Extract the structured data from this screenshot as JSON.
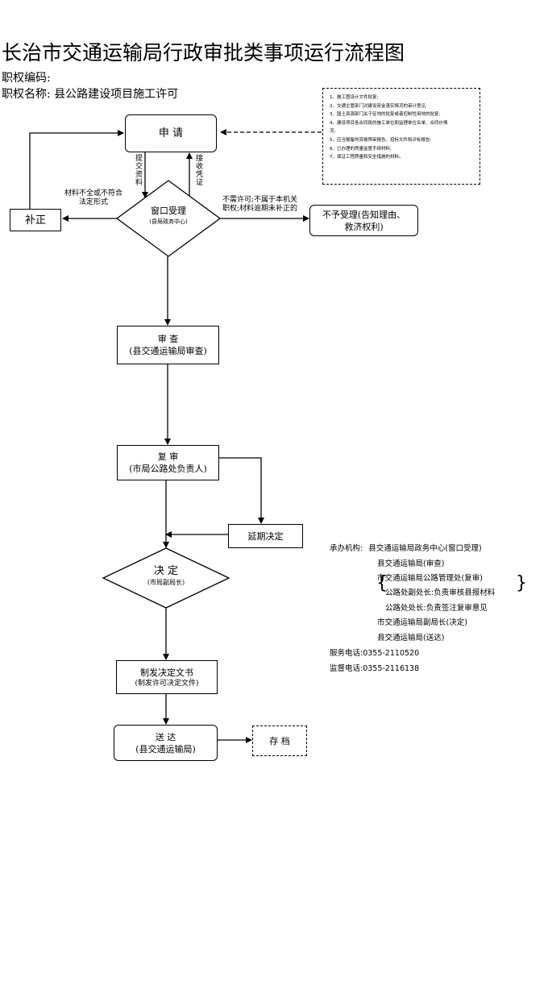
{
  "header": {
    "title": "长治市交通运输局行政审批类事项运行流程图",
    "code_label": "职权编码:",
    "name_label": "职权名称:",
    "name_value": "县公路建设项目施工许可"
  },
  "requirements": [
    "1、施工图设计文件批复;",
    "2、交通主管部门对建设资金落实情况的审计意见;",
    "3、国土资源部门关于征地的批复或者控制性用地的批复;",
    "4、建设项目各合同段的施工单位和监理单位名单、合同价情",
    "况;",
    "5、应当报备的资格预审报告、招标文件和评标报告;",
    "6、已办理的质量监督手续材料;",
    "7、保证工程质量和安全措施的材料。"
  ],
  "flow": {
    "apply": "申 请",
    "submit_label": "提交资料",
    "receipt_label": "接收凭证",
    "supplement": "补正",
    "incomplete_note_1": "材料不全或不符合",
    "incomplete_note_2": "法定形式",
    "window_title": "窗口受理",
    "window_sub": "(县局政务中心)",
    "reject_note_1": "不需许可;不属于本机关",
    "reject_note_2": "职权;材料逾期未补正的",
    "reject_line1": "不予受理(告知理由、",
    "reject_line2": "救济权利)",
    "review_title": "审    查",
    "review_sub": "(县交通运输局审查)",
    "recheck_title": "复    审",
    "recheck_sub": "(市局公路处负责人)",
    "delay": "延期决定",
    "decide_title": "决    定",
    "decide_sub": "(市局副局长)",
    "issue_title": "制发决定文书",
    "issue_sub": "(制发许可决定文件)",
    "deliver_title": "送    达",
    "deliver_sub": "(县交通运输局)",
    "archive": "存    档"
  },
  "agency": {
    "label": "承办机构:",
    "lines": [
      "县交通运输局政务中心(窗口受理)",
      "县交通运输局(审查)",
      "市交通运输局公路管理处(复审)",
      "公路处副处长:负责审核县报材料",
      "公路处处长:负责签注复审意见",
      "市交通运输局副局长(决定)",
      "县交通运输局(送达)"
    ],
    "service_phone": "服务电话:0355-2110520",
    "supervise_phone": "监督电话:0355-2116138"
  }
}
